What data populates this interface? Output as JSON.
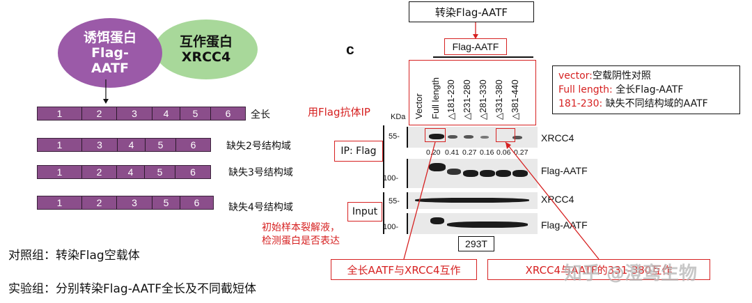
{
  "left": {
    "bait": "诱饵蛋白\nFlag-\nAATF",
    "prey": "互作蛋白\nXRCC4",
    "bars": [
      {
        "segments": [
          "1",
          "2",
          "3",
          "4",
          "5",
          "6"
        ],
        "label": "全长"
      },
      {
        "segments": [
          "1",
          "3",
          "4",
          "5",
          "6"
        ],
        "label": "缺失2号结构域"
      },
      {
        "segments": [
          "1",
          "2",
          "4",
          "5",
          "6"
        ],
        "label": "缺失3号结构域"
      },
      {
        "segments": [
          "1",
          "2",
          "3",
          "5",
          "6"
        ],
        "label": "缺失4号结构域"
      }
    ],
    "control": "对照组：转染Flag空载体",
    "experiment": "实验组：分别转染Flag-AATF全长及不同截短体"
  },
  "right": {
    "panel_letter": "c",
    "top_box": "转染Flag-AATF",
    "flag_aatf_header": "Flag-AATF",
    "lanes": [
      "Vector",
      "Full length",
      "△181-230",
      "△231-280",
      "△281-330",
      "△331-380",
      "△381-440"
    ],
    "legend": {
      "line1_a": "vector:",
      "line1_b": "空载阴性对照",
      "line2_a": "Full length:",
      "line2_b": "全长Flag-AATF",
      "line3_a": "181-230:",
      "line3_b": "缺失不同结构域的AATF"
    },
    "kda": "KDa",
    "ip_note": "用Flag抗体IP",
    "ip_label": "IP: Flag",
    "input_label": "Input",
    "input_note": "初始样本裂解液，\n检测蛋白是否表达",
    "markers": {
      "m55": "55-",
      "m100": "100-"
    },
    "blots": [
      "XRCC4",
      "Flag-AATF",
      "XRCC4",
      "Flag-AATF"
    ],
    "quant": [
      "0.20",
      "0.41",
      "0.27",
      "0.16",
      "0.06",
      "0.27"
    ],
    "cell_line": "293T",
    "bottom_left": "全长AATF与XRCC4互作",
    "bottom_right": "XRCC4与AATF的331-380互作",
    "watermark": "知乎 @澄鸾生物"
  }
}
